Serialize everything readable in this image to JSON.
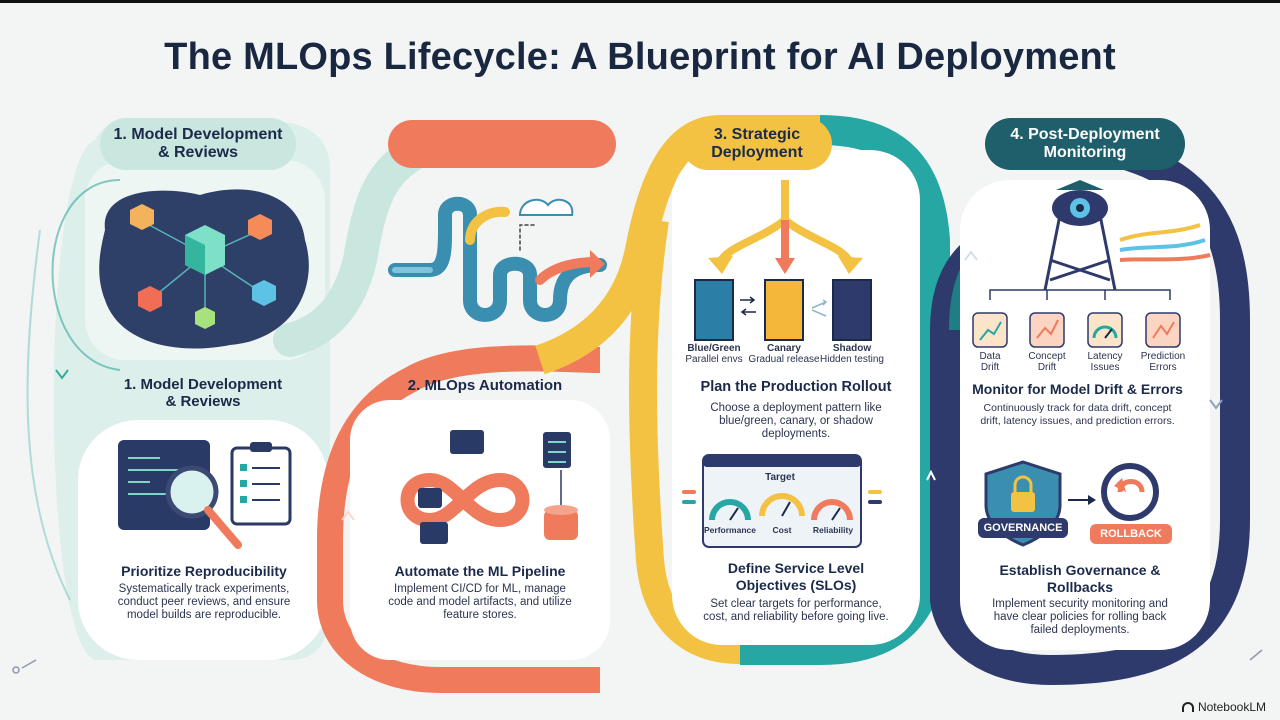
{
  "title": "The MLOps Lifecycle: A Blueprint for AI Deployment",
  "stage1": {
    "pill_label": "1. Model Development\n& Reviews",
    "section_label": "1. Model Development\n& Reviews",
    "heading": "Prioritize Reproducibility",
    "body": "Systematically track experiments,\nconduct peer reviews, and ensure\nmodel builds are reproducible."
  },
  "stage2": {
    "section_label": "2. MLOps Automation",
    "heading": "Automate the ML Pipeline",
    "body": "Implement CI/CD for ML, manage\ncode and model artifacts, and utilize\nfeature stores."
  },
  "stage3": {
    "pill_label": "3. Strategic\nDeployment",
    "doors": [
      {
        "name": "Blue/Green",
        "caption": "Parallel envs"
      },
      {
        "name": "Canary",
        "caption": "Gradual release"
      },
      {
        "name": "Shadow",
        "caption": "Hidden testing"
      }
    ],
    "heading": "Plan the Production Rollout",
    "body": "Choose a deployment pattern like\nblue/green, canary, or shadow\ndeployments.",
    "gauge_title": "Target",
    "gauges": [
      "Performance",
      "Cost",
      "Reliability"
    ],
    "slo_heading": "Define Service Level\nObjectives (SLOs)",
    "slo_body": "Set clear targets for performance,\ncost, and reliability before going live."
  },
  "stage4": {
    "pill_label": "4. Post-Deployment\nMonitoring",
    "metrics": [
      "Data\nDrift",
      "Concept\nDrift",
      "Latency\nIssues",
      "Prediction\nErrors"
    ],
    "heading": "Monitor for Model Drift & Errors",
    "body": "Continuously track for data drift, concept\ndrift, latency issues, and prediction errors.",
    "governance_label": "GOVERNANCE",
    "rollback_label": "ROLLBACK",
    "gov_heading": "Establish Governance &\nRollbacks",
    "gov_body": "Implement security monitoring and\nhave clear policies for rolling back\nfailed deployments."
  },
  "brand": "NotebookLM",
  "colors": {
    "teal_light": "#c9e6df",
    "coral": "#f07a5c",
    "yellow": "#f3c243",
    "teal": "#27a7a4",
    "navy": "#2d3a6b",
    "dark_teal": "#1f5e6b"
  }
}
